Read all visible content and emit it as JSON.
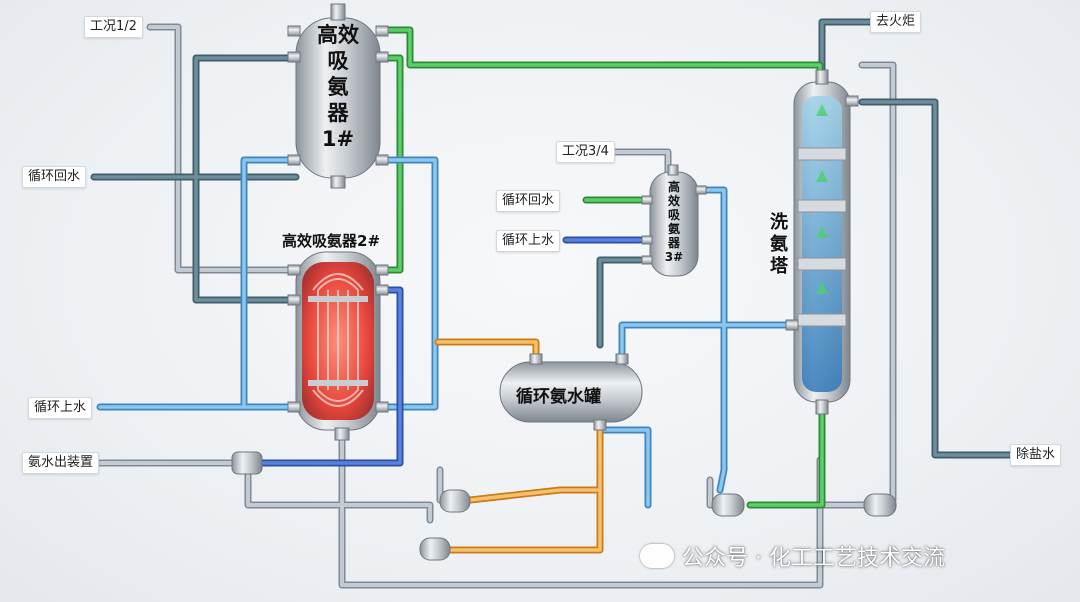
{
  "labels": {
    "case_1_2": "工况1/2",
    "return_water_left": "循环回水",
    "supply_water_left": "循环上水",
    "ammonia_out": "氨水出装置",
    "case_3_4": "工况3/4",
    "return_water_mid": "循环回水",
    "supply_water_mid": "循环上水",
    "to_flare": "去火炬",
    "demin_water": "除盐水"
  },
  "equipment": {
    "absorber_1": "高效\n吸\n氨\n器\n1#",
    "absorber_2": "高效吸氨器2#",
    "absorber_3": "高\n效\n吸\n氨\n器\n3#",
    "tank": "循环氨水罐",
    "tower": "洗\n氨\n塔"
  },
  "watermark": "公众号 · 化工工艺技术交流",
  "colors": {
    "gray_pipe": "#9aa4ae",
    "green_pipe": "#3fae4a",
    "orange_pipe": "#f0a035",
    "light_blue_pipe": "#62a9dd",
    "dark_blue_pipe": "#3a67c8",
    "slate_pipe": "#4f6e7c",
    "heater_core": "#e8463c"
  }
}
